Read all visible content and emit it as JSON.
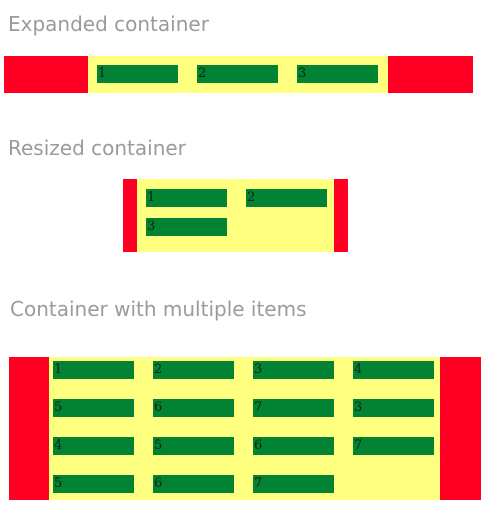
{
  "sections": [
    {
      "title": "Expanded container",
      "items": [
        "1",
        "2",
        "3"
      ]
    },
    {
      "title": "Resized container",
      "items": [
        "1",
        "2",
        "3"
      ]
    },
    {
      "title": "Container with multiple items",
      "items": [
        "1",
        "2",
        "3",
        "4",
        "5",
        "6",
        "7",
        "3",
        "4",
        "5",
        "6",
        "7",
        "5",
        "6",
        "7"
      ]
    }
  ],
  "colors": {
    "heading_text": "#9b9b9b",
    "container_background": "#ffff80",
    "side_bars": "#ff0024",
    "item_background": "#028233"
  }
}
